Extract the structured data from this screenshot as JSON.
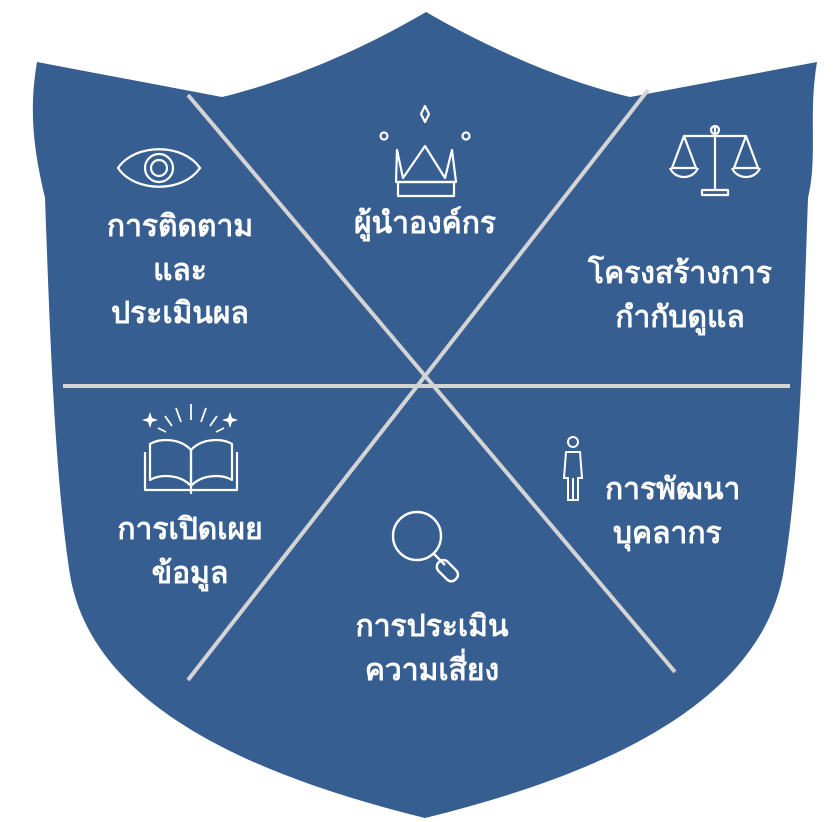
{
  "colors": {
    "shield_fill": "#375e91",
    "divider": "#d4d4d4",
    "text": "#ffffff",
    "background": "#ffffff"
  },
  "segments": {
    "monitoring": {
      "icon": "eye-icon",
      "lines": [
        "การติดตาม",
        "และ",
        "ประเมินผล"
      ]
    },
    "leadership": {
      "icon": "crown-icon",
      "lines": [
        "ผู้นำองค์กร"
      ]
    },
    "governance": {
      "icon": "scales-icon",
      "lines": [
        "โครงสร้างการ",
        "กำกับดูแล"
      ]
    },
    "disclosure": {
      "icon": "open-book-icon",
      "lines": [
        "การเปิดเผย",
        "ข้อมูล"
      ]
    },
    "risk": {
      "icon": "magnifier-icon",
      "lines": [
        "การประเมิน",
        "ความเสี่ยง"
      ]
    },
    "people": {
      "icon": "person-icon",
      "lines": [
        "การพัฒนา",
        "บุคลากร"
      ]
    }
  }
}
